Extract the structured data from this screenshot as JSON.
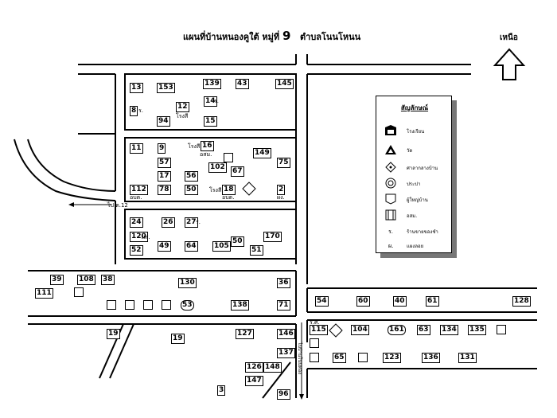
{
  "title": {
    "text": "แผนที่บ้านหนองคูใต้ หมู่ที่",
    "number": "9",
    "district": "ตำบลโนนโหนน"
  },
  "north_label": "เหนือ",
  "legend": {
    "title": "สัญลักษณ์",
    "items": [
      {
        "icon": "school-icon",
        "label": "โรงเรียน"
      },
      {
        "icon": "temple-icon",
        "label": "วัด"
      },
      {
        "icon": "village-hall-icon",
        "label": "ศาลากลางบ้าน"
      },
      {
        "icon": "water-supply-icon",
        "label": "ประปา"
      },
      {
        "icon": "village-head-icon",
        "label": "ผู้ใหญ่บ้าน"
      },
      {
        "icon": "volunteer-icon",
        "label": "อสม."
      },
      {
        "icon": "grocery-store-icon",
        "symbol": "ร.",
        "label": "ร้านขายของชำ"
      },
      {
        "icon": "sweeper-icon",
        "symbol": "ผ.",
        "label": "แผงลอย"
      }
    ]
  },
  "road_label": "ไป ต.12",
  "road_label_south": "ไปบ้านโนนทอง",
  "houses": {
    "h13": "13",
    "h153": "153",
    "h139": "139",
    "h43": "43",
    "h145": "145",
    "h8": "8",
    "h12": "12",
    "h14": "14",
    "h94": "94",
    "h15": "15",
    "h11": "11",
    "h9": "9",
    "h16": "16",
    "h149": "149",
    "h57": "57",
    "h75": "75",
    "h102": "102",
    "h67": "67",
    "h17": "17",
    "h56": "56",
    "h112": "112",
    "h78": "78",
    "h50a": "50",
    "h18": "18",
    "h2": "2",
    "h24": "24",
    "h26": "26",
    "h27": "27",
    "h120": "120",
    "h170": "170",
    "h50b": "50",
    "h52": "52",
    "h49": "49",
    "h64": "64",
    "h105": "105",
    "h51": "51",
    "h39": "39",
    "h108": "108",
    "h38": "38",
    "h130": "130",
    "h36": "36",
    "h111": "111",
    "h53": "53",
    "h138": "138",
    "h71": "71",
    "h54": "54",
    "h60": "60",
    "h40": "40",
    "h61": "61",
    "h128": "128",
    "h19a": "19",
    "h19b": "19",
    "h127": "127",
    "h146": "146",
    "h115": "115",
    "h104": "104",
    "h161": "161",
    "h63": "63",
    "h134": "134",
    "h135": "135",
    "h137": "137",
    "h65": "65",
    "h123": "123",
    "h136": "136",
    "h131": "131",
    "h126": "126",
    "h148": "148",
    "h147": "147",
    "h3": "3",
    "h96": "96"
  },
  "labels": {
    "r1": "ร.",
    "r2": "ร.",
    "r3": "ร.",
    "school1": "โรงสี",
    "school2": "โรงสี",
    "school3": "โรงสี",
    "asm1": "อบต.",
    "asm2": "อสม.",
    "asm3": "ผส.",
    "pos": "ผง.",
    "ms": "ร.ศ.",
    "p1": "ผ.",
    "p2": "ผ."
  }
}
